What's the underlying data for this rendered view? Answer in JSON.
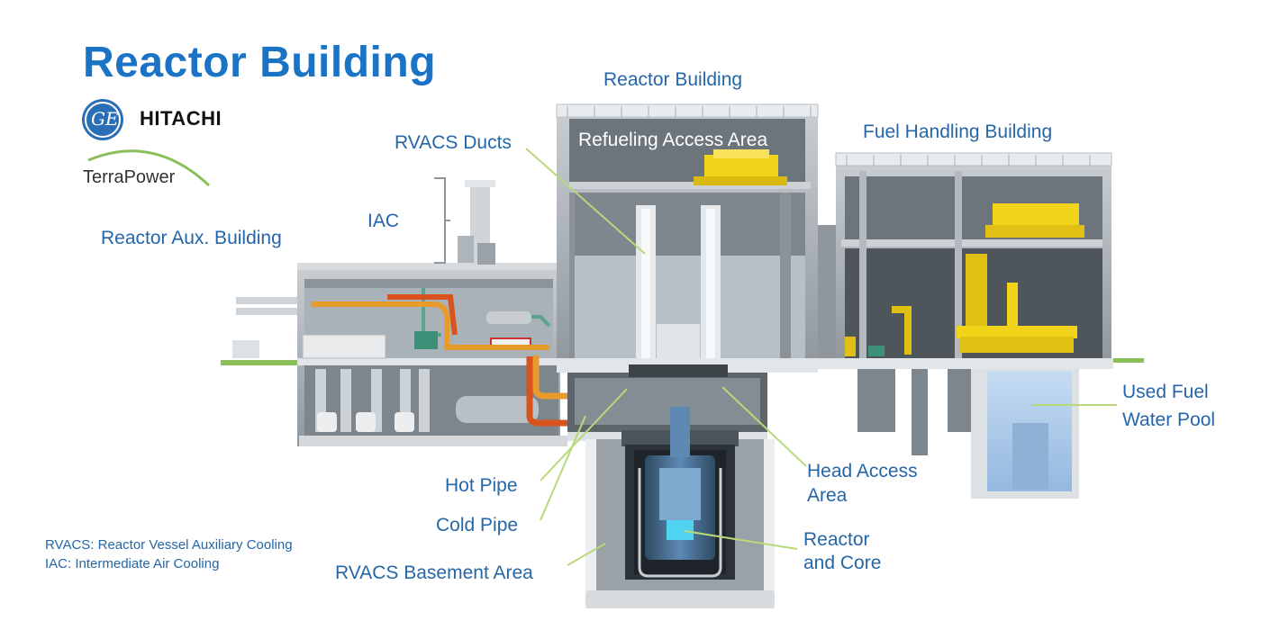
{
  "title": "Reactor Building",
  "logos": {
    "ge_text": "GE",
    "hitachi": "HITACHI",
    "terrapower": "TerraPower"
  },
  "labels": {
    "reactor_building": "Reactor Building",
    "fuel_handling_building": "Fuel Handling Building",
    "rvacs_ducts": "RVACS Ducts",
    "refueling_access_area": "Refueling Access Area",
    "iac": "IAC",
    "reactor_aux_building": "Reactor Aux. Building",
    "used_fuel_water_pool_line1": "Used Fuel",
    "used_fuel_water_pool_line2": "Water Pool",
    "head_access_area_line1": "Head Access",
    "head_access_area_line2": "Area",
    "hot_pipe": "Hot  Pipe",
    "cold_pipe": "Cold  Pipe",
    "reactor_and_core_line1": "Reactor",
    "reactor_and_core_line2": "and Core",
    "rvacs_basement_area": "RVACS Basement Area"
  },
  "abbreviations": [
    "RVACS: Reactor Vessel Auxiliary Cooling",
    "IAC: Intermediate Air Cooling"
  ],
  "colors": {
    "title": "#1a73c4",
    "label": "#2566a8",
    "leader_line": "#b7d97a",
    "hot_pipe": "#d9531e",
    "cold_pipe": "#e89a2a",
    "equipment_yellow": "#f2d41a",
    "structure_gray": "#9aa2a8",
    "pool_blue": "#a9c7e8",
    "core_cyan": "#4fd3f0"
  }
}
